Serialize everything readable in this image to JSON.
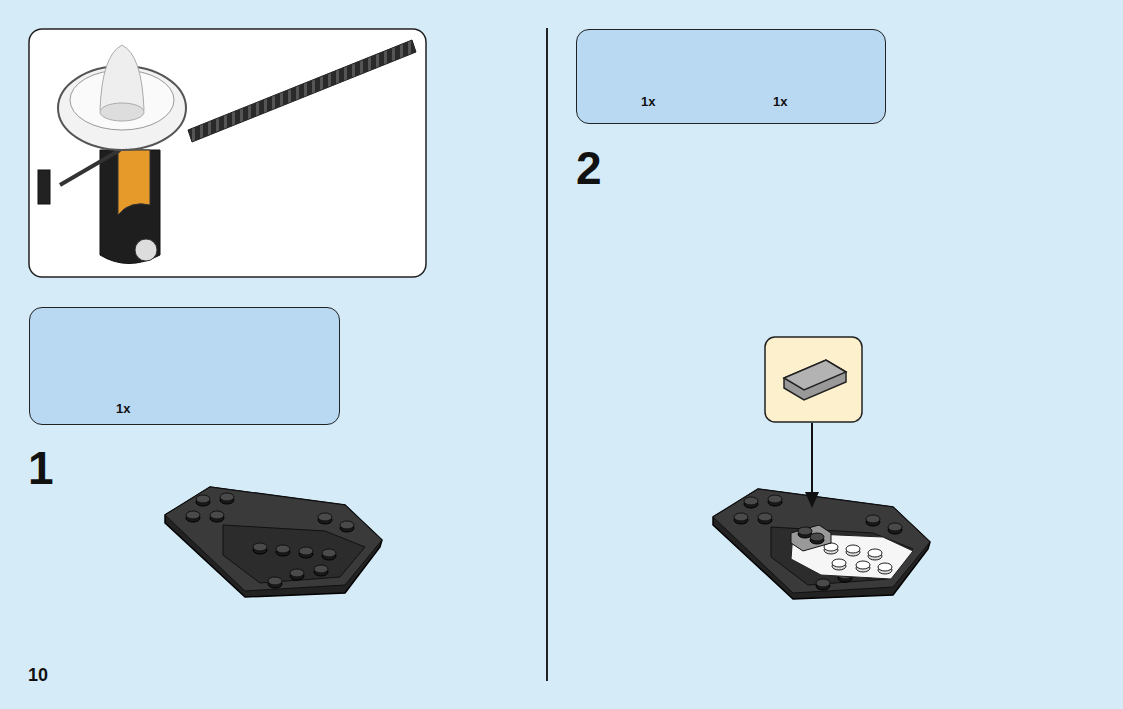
{
  "diagram": {
    "nodes": [
      {
        "text": [
          "1x"
        ]
      },
      {
        "text": [
          "1x",
          "1x"
        ]
      }
    ],
    "labels": [
      "1",
      "2",
      "10"
    ]
  }
}
